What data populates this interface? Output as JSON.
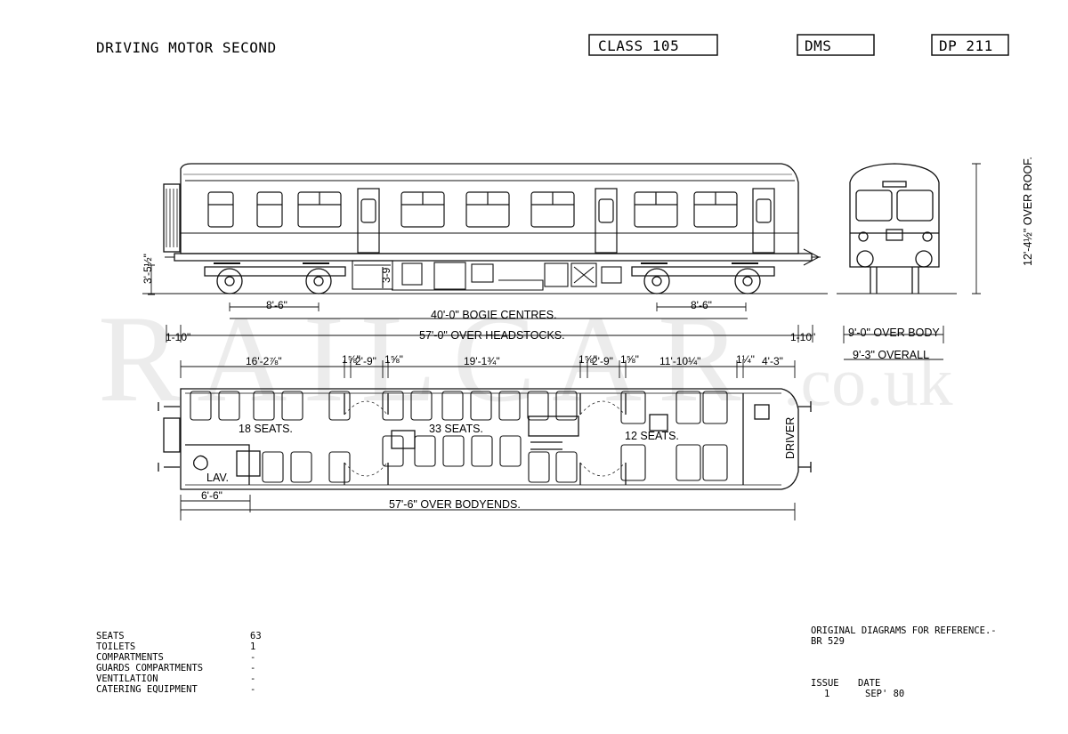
{
  "header": {
    "title": "DRIVING MOTOR SECOND",
    "class_box": "CLASS 105",
    "type_box": "DMS",
    "diagram_box": "DP 211"
  },
  "watermark": {
    "main": "RAILCAR",
    "suffix": ".co.uk"
  },
  "side_elevation": {
    "height_rail": "3'-5½\"",
    "bogie_left": "8'-6\"",
    "bogie_right": "8'-6\"",
    "bogie_centres": "40'-0\" BOGIE CENTRES.",
    "end_left": "1-10\"",
    "end_right": "1-10\"",
    "headstocks": "57'-0\" OVER HEADSTOCKS.",
    "small_dim": "3-9"
  },
  "end_elevation": {
    "over_roof": "12'-4½\" OVER ROOF.",
    "over_body": "9'-0\" OVER BODY",
    "overall": "9'-3\" OVERALL"
  },
  "plan": {
    "dims_top": [
      "16'-2⅞\"",
      "1⅝\"",
      "2'-9\"",
      "1⅝\"",
      "19'-1¾\"",
      "1⅝\"",
      "2'-9\"",
      "1⅝\"",
      "11'-10¼\"",
      "1¼\"",
      "4'-3\""
    ],
    "seats_a": "18 SEATS.",
    "seats_b": "33 SEATS.",
    "seats_c": "12 SEATS.",
    "lav": "LAV.",
    "driver": "DRIVER",
    "lav_dim": "6'-6\"",
    "bodyends": "57'-6\" OVER BODYENDS."
  },
  "specs": [
    {
      "label": "SEATS",
      "value": "63"
    },
    {
      "label": "TOILETS",
      "value": "1"
    },
    {
      "label": "COMPARTMENTS",
      "value": "-"
    },
    {
      "label": "GUARDS COMPARTMENTS",
      "value": "-"
    },
    {
      "label": "VENTILATION",
      "value": "-"
    },
    {
      "label": "CATERING EQUIPMENT",
      "value": "-"
    }
  ],
  "reference": {
    "line1": "ORIGINAL DIAGRAMS FOR REFERENCE.-",
    "line2": "BR 529"
  },
  "issue": {
    "issue_label": "ISSUE",
    "date_label": "DATE",
    "issue_value": "1",
    "date_value": "SEP' 80"
  }
}
